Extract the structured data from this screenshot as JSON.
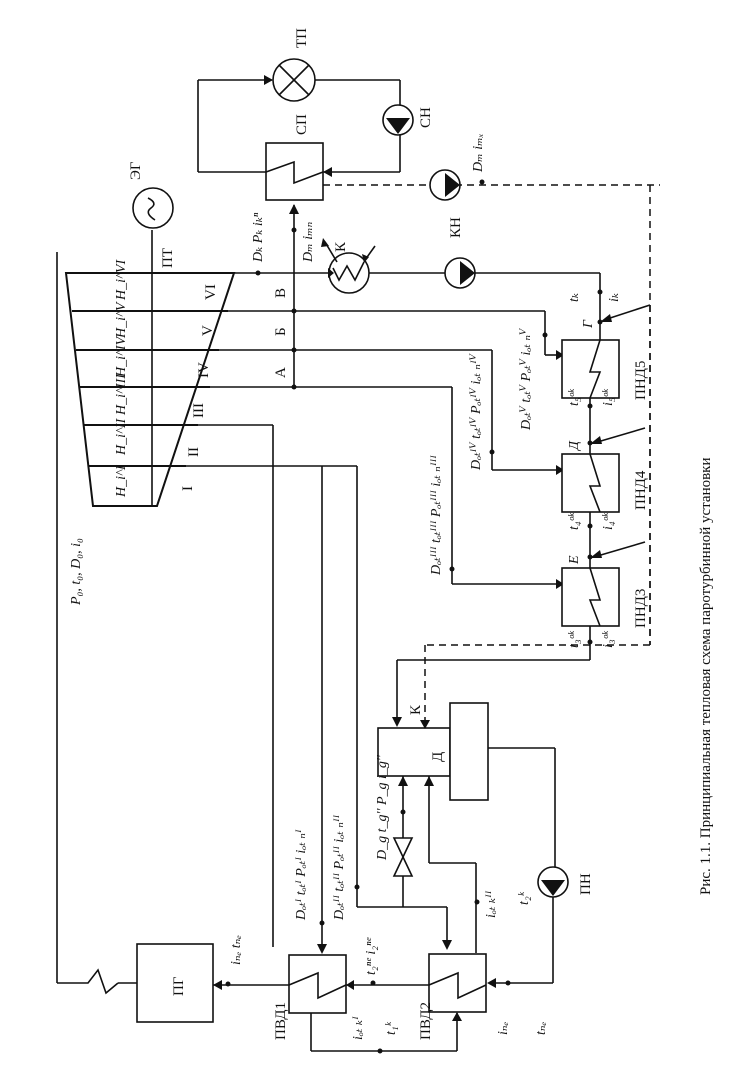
{
  "caption": "Рис. 1.1. Принципиальная тепловая схема паротурбинной установки",
  "components": {
    "generator": "ЭГ",
    "turbine": "ПТ",
    "heat_consumer": "ТП",
    "network_heater": "СП",
    "network_pump": "СН",
    "condenser": "К",
    "condensate_pump": "КН",
    "steam_generator": "ПГ",
    "deaerator": "Д",
    "deaerator_inlet_k": "К",
    "feed_pump": "ПН",
    "hp_heater_1": "ПВД1",
    "hp_heater_2": "ПВД2",
    "lp_heater_3": "ПНД3",
    "lp_heater_4": "ПНД4",
    "lp_heater_5": "ПНД5"
  },
  "turbine_stages": {
    "roman": [
      "I",
      "II",
      "III",
      "IV",
      "V",
      "VI"
    ],
    "heat_drops": [
      "H_i^I",
      "H_i^II",
      "H_i^III",
      "H_i^IV",
      "H_i^V",
      "H_i^VI"
    ]
  },
  "points": {
    "A": "А",
    "B": "Б",
    "V": "В",
    "G": "Г",
    "D": "Д",
    "E": "Е"
  },
  "flow_labels": {
    "live_steam": "P₀, t₀, D₀, i₀",
    "exhaust": "Dₖ Pₖ iₖⁿ",
    "heating_extraction": "Dₘ iₘₙ",
    "drain_return": "Dₘ iₘₓ",
    "condensate_t": "tₖ",
    "condensate_i": "iₖ",
    "ext_I": "Dₒₜᴵ tₒₜᴵ Pₒₜᴵ iₒₜ ₙᴵ",
    "ext_II": "Dₒₜᴵᴵ tₒₜᴵᴵ Pₒₜᴵᴵ iₒₜ ₙᴵᴵ",
    "ext_III": "Dₒₜᴵᴵᴵ tₒₜᴵᴵᴵ Pₒₜᴵᴵᴵ iₒₜ ₙᴵᴵᴵ",
    "ext_IV": "Dₒₜᴵⱽ tₒₜᴵⱽ Pₒₜᴵⱽ iₒₜ ₙᴵⱽ",
    "ext_V": "Dₒₜⱽ tₒₜⱽ Pₒₜⱽ iₒₜ ₙⱽ",
    "deaerator_steam": "D_g t_g'' P_g i_g''",
    "t5ok": "t₅ᵒᵏ",
    "i5ok": "i₅ᵒᵏ",
    "t4ok": "t₄ᵒᵏ",
    "i4ok": "i₄ᵒᵏ",
    "t3ok": "t₃ᵒᵏ",
    "i3ok": "i₃ᵒᵏ",
    "feed_out": "iₙₑ tₙₑ",
    "pvd1_in": "t₂ⁿᵉ i₂ⁿᵉ",
    "pvd1_drain_i": "iₒₜ ₖᴵ",
    "pvd1_drain_t": "t₁ᵏ",
    "pvd2_drain_i": "iₒₜ ₖᴵᴵ",
    "pvd2_drain_t": "t₂ᵏ",
    "pvd2_in_i": "iₙₑ",
    "pvd2_in_t": "tₙₑ"
  }
}
